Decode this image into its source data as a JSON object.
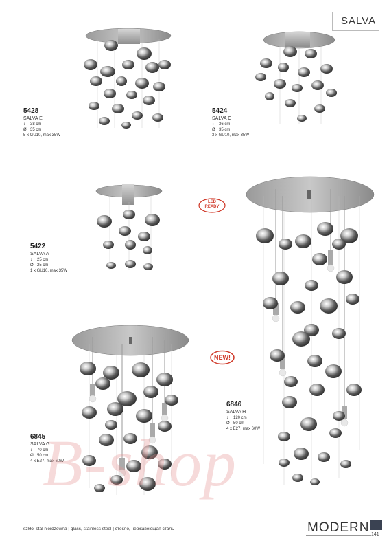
{
  "series": "SALVA",
  "products": [
    {
      "code": "5428",
      "name": "SALVA E",
      "height": "38 cm",
      "diameter": "35 cm",
      "bulbs": "5 x GU10, max 35W"
    },
    {
      "code": "5424",
      "name": "SALVA C",
      "height": "36 cm",
      "diameter": "35 cm",
      "bulbs": "3 x GU10, max 35W"
    },
    {
      "code": "5422",
      "name": "SALVA A",
      "height": "25 cm",
      "diameter": "25 cm",
      "bulbs": "1 x GU10, max 35W"
    },
    {
      "code": "6845",
      "name": "SALVA G",
      "height": "70 cm",
      "diameter": "50 cm",
      "bulbs": "4 x E27, max 60W"
    },
    {
      "code": "6846",
      "name": "SALVA H",
      "height": "120 cm",
      "diameter": "50 cm",
      "bulbs": "4 x E27, max 60W"
    }
  ],
  "symbols": {
    "height": "↕",
    "diameter": "Ø"
  },
  "badges": {
    "led_line1": "LED",
    "led_line2": "READY",
    "new": "NEW!"
  },
  "watermark": "B-shop",
  "materials": "szkło, stal nierdzewna | glass, stainless steel | стекло, нержавеющая сталь",
  "style": "MODERN",
  "page_number": "141",
  "colors": {
    "chrome": "#8a8a8a",
    "badge_red": "#d03a2a",
    "tab": "#3a4252"
  }
}
